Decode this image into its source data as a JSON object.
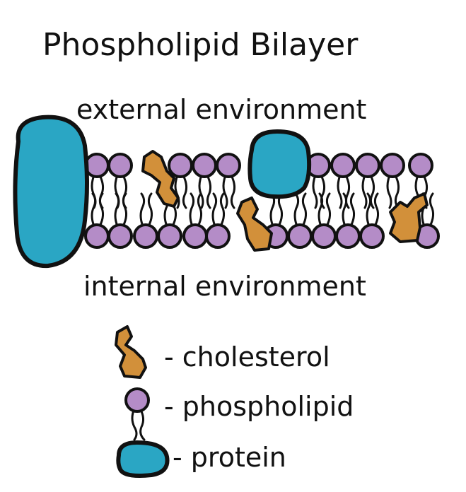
{
  "title": "Phospholipid Bilayer",
  "labels": {
    "external": "external environment",
    "internal": "internal environment"
  },
  "legend": [
    {
      "icon": "cholesterol-icon",
      "label": "- cholesterol"
    },
    {
      "icon": "phospholipid-icon",
      "label": "- phospholipid"
    },
    {
      "icon": "protein-icon",
      "label": "- protein"
    }
  ],
  "colors": {
    "phospholipid_head": "#b48cc7",
    "protein": "#2aa6c4",
    "cholesterol": "#d2903a",
    "outline": "#111111"
  }
}
